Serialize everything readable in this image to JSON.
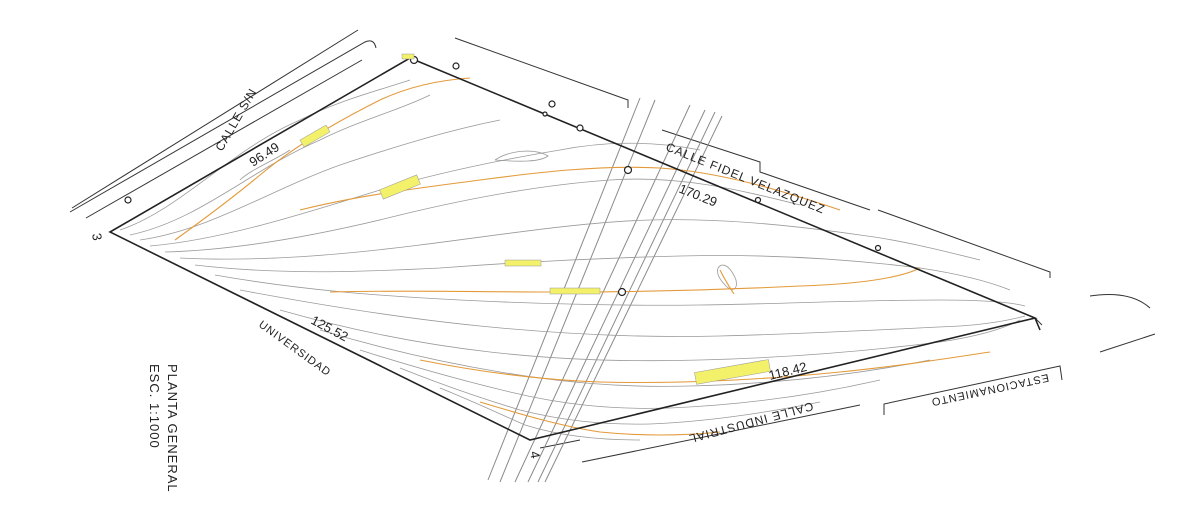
{
  "streets": {
    "calle_sn": "CALLE S/N",
    "fidel": "CALLE  FIDEL   VELAZQUEZ",
    "universidad": "UNIVERSIDAD",
    "industrial": "CALLE  INDUSTRIAL",
    "estacionamiento": "ESTACIONAMIENTO"
  },
  "dimensions": {
    "north_side": "170.29",
    "west_side": "96.49",
    "south_side": "118.42",
    "southwest_side": "125.52"
  },
  "vertices": {
    "v3": "3",
    "v4": "4"
  },
  "title": {
    "line1": "PLANTA GENERAL",
    "line2": "ESC. 1:1000"
  },
  "colors": {
    "boundary": "#222222",
    "contour_minor": "#9a9a9a",
    "contour_major": "#e39a3a",
    "label_tag": "#f3f06a"
  }
}
